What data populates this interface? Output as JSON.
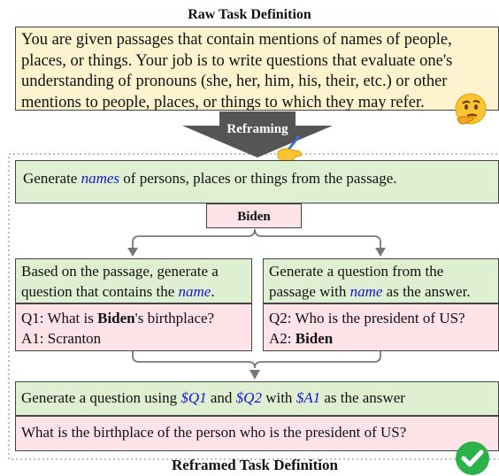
{
  "raw_title": "Raw Task Definition",
  "raw_text": "You are given passages that contain mentions of names of people, places, or things. Your job is to write questions that evaluate one's understanding of pronouns (she, her, him, his, their, etc.) or other mentions to people, places, or things to which they may refer.",
  "arrow_label": "Reframing",
  "step1": {
    "pre": "Generate ",
    "em": "names",
    "post": " of persons, places or things from the passage."
  },
  "entity": "Biden",
  "left_instr": {
    "pre": "Based on the passage, generate a question that contains the ",
    "em": "name",
    "post": "."
  },
  "right_instr": {
    "pre": "Generate a question from the passage with ",
    "em": "name",
    "post": " as the answer."
  },
  "left_output": {
    "q_pre": "Q1: What is ",
    "q_bold": "Biden",
    "q_post": "'s birthplace?",
    "answer": "A1: Scranton"
  },
  "right_output": {
    "question": "Q2: Who is the president of US?",
    "a_pre": "A2: ",
    "a_bold": "Biden"
  },
  "step3": {
    "pre": "Generate a question using ",
    "v1": "$Q1",
    "mid1": " and ",
    "v2": "$Q2",
    "mid2": " with ",
    "v3": "$A1",
    "post": " as the answer"
  },
  "final_output": "What is the birthplace of the person who is the president of US?",
  "reframed_title": "Reframed Task Definition",
  "icons": [
    "thinking-face-icon",
    "writing-hand-icon",
    "check-mark-icon"
  ],
  "colors": {
    "yellow": "#fdf3cf",
    "green": "#dff0d2",
    "pink": "#fde2e8",
    "accent_blue": "#1515d6",
    "arrow_gray": "#555555",
    "check_green": "#2db24a"
  }
}
